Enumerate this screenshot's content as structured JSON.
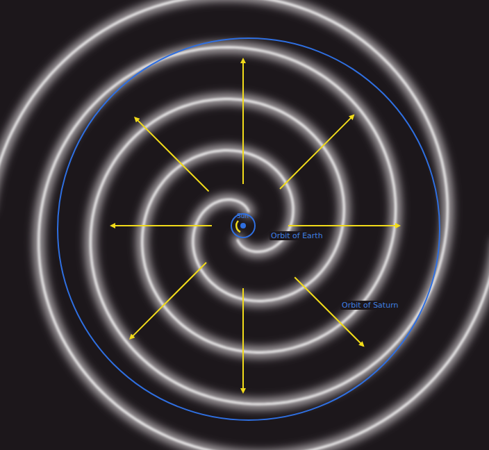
{
  "diagram": {
    "labels": [
      "Sun",
      "Orbit of Earth",
      "Orbit of Saturn"
    ]
  }
}
